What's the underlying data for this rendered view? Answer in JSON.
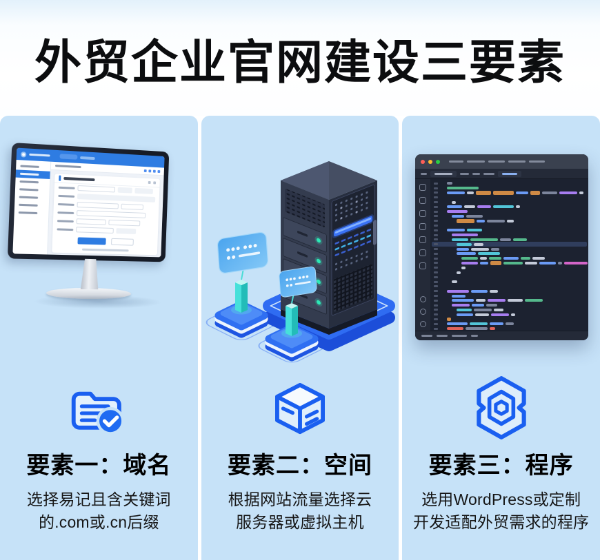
{
  "page": {
    "title": "外贸企业官网建设三要素"
  },
  "columns": [
    {
      "id": "domain",
      "icon": "document-check-icon",
      "heading": "要素一：域名",
      "desc_line1": "选择易记且含关键词",
      "desc_line2": "的.com或.cn后缀"
    },
    {
      "id": "hosting",
      "icon": "server-cube-icon",
      "heading": "要素二：空间",
      "desc_line1": "根据网站流量选择云",
      "desc_line2": "服务器或虚拟主机"
    },
    {
      "id": "program",
      "icon": "hexagon-gear-icon",
      "heading": "要素三：程序",
      "desc_line1": "选用WordPress或定制",
      "desc_line2": "开发适配外贸需求的程序"
    }
  ],
  "colors": {
    "panel_bg": "#c6e2f8",
    "title_text": "#0c0d0f",
    "icon_blue": "#1a5ff0",
    "check_circle_fill": "#1f6bf2",
    "monitor_header_blue": "#2e7ce2",
    "platform_blue": "#2f6cf2",
    "pillar_cyan": "#46e0da",
    "server_led_teal": "#2de8b6",
    "server_strip_blue": "#3a72f5",
    "editor_bg": "#1c2230",
    "traffic_red": "#ff5f57",
    "traffic_yellow": "#febc2e",
    "traffic_green": "#2ace43"
  },
  "editor": {
    "token_colors": {
      "b": "#6b9bf5",
      "g": "#55b98c",
      "o": "#cf8a45",
      "p": "#a77df0",
      "k": "#d465c8",
      "c": "#52c5d8",
      "w": "#c3cad8",
      "d": "#7c859c",
      "r": "#e0635a"
    },
    "lines": [
      [
        1,
        0,
        [
          [
            8,
            "d"
          ]
        ]
      ],
      [
        1,
        0,
        [
          [
            46,
            "g"
          ]
        ]
      ],
      [
        1,
        0,
        [
          [
            26,
            "b"
          ],
          [
            10,
            "w"
          ],
          [
            22,
            "o"
          ],
          [
            30,
            "o"
          ],
          [
            18,
            "b"
          ],
          [
            14,
            "o"
          ],
          [
            22,
            "d"
          ],
          [
            26,
            "p"
          ],
          [
            6,
            "w"
          ]
        ]
      ],
      [
        0,
        0,
        []
      ],
      [
        2,
        0,
        [
          [
            6,
            "w"
          ]
        ]
      ],
      [
        1,
        0,
        [
          [
            22,
            "b"
          ],
          [
            16,
            "w"
          ],
          [
            20,
            "p"
          ],
          [
            30,
            "c"
          ],
          [
            6,
            "w"
          ]
        ]
      ],
      [
        1,
        0,
        [
          [
            30,
            "p"
          ]
        ]
      ],
      [
        2,
        0,
        [
          [
            18,
            "b"
          ],
          [
            24,
            "d"
          ]
        ]
      ],
      [
        3,
        0,
        [
          [
            26,
            "o"
          ],
          [
            12,
            "b"
          ],
          [
            26,
            "d"
          ],
          [
            10,
            "w"
          ]
        ]
      ],
      [
        0,
        0,
        []
      ],
      [
        1,
        0,
        [
          [
            26,
            "b"
          ],
          [
            22,
            "c"
          ]
        ]
      ],
      [
        2,
        0,
        [
          [
            38,
            "p"
          ]
        ]
      ],
      [
        2,
        0,
        [
          [
            24,
            "c"
          ],
          [
            40,
            "g"
          ],
          [
            16,
            "d"
          ],
          [
            20,
            "g"
          ]
        ]
      ],
      [
        3,
        1,
        [
          [
            22,
            "c"
          ],
          [
            14,
            "w"
          ]
        ]
      ],
      [
        3,
        0,
        [
          [
            18,
            "b"
          ],
          [
            26,
            "w"
          ],
          [
            12,
            "d"
          ]
        ]
      ],
      [
        3,
        0,
        [
          [
            28,
            "b"
          ],
          [
            32,
            "c"
          ]
        ]
      ],
      [
        4,
        0,
        [
          [
            24,
            "g"
          ],
          [
            10,
            "w"
          ],
          [
            18,
            "g"
          ],
          [
            22,
            "b"
          ],
          [
            14,
            "g"
          ],
          [
            18,
            "w"
          ]
        ]
      ],
      [
        4,
        0,
        [
          [
            24,
            "p"
          ],
          [
            12,
            "b"
          ],
          [
            16,
            "o"
          ],
          [
            28,
            "g"
          ],
          [
            18,
            "w"
          ],
          [
            24,
            "b"
          ],
          [
            6,
            "d"
          ],
          [
            34,
            "k"
          ]
        ]
      ],
      [
        4,
        0,
        [
          [
            6,
            "w"
          ]
        ]
      ],
      [
        3,
        0,
        [
          [
            6,
            "w"
          ]
        ]
      ],
      [
        0,
        0,
        []
      ],
      [
        2,
        0,
        [
          [
            8,
            "w"
          ]
        ]
      ],
      [
        0,
        0,
        []
      ],
      [
        1,
        0,
        [
          [
            32,
            "p"
          ],
          [
            24,
            "b"
          ],
          [
            12,
            "w"
          ]
        ]
      ],
      [
        2,
        0,
        [
          [
            20,
            "b"
          ]
        ]
      ],
      [
        2,
        0,
        [
          [
            32,
            "b"
          ],
          [
            14,
            "w"
          ],
          [
            26,
            "p"
          ],
          [
            22,
            "w"
          ],
          [
            26,
            "g"
          ]
        ]
      ],
      [
        2,
        0,
        [
          [
            26,
            "p"
          ],
          [
            18,
            "b"
          ],
          [
            16,
            "d"
          ]
        ]
      ],
      [
        3,
        0,
        [
          [
            22,
            "c"
          ],
          [
            26,
            "d"
          ],
          [
            14,
            "w"
          ]
        ]
      ],
      [
        3,
        0,
        [
          [
            24,
            "b"
          ],
          [
            20,
            "w"
          ],
          [
            26,
            "p"
          ],
          [
            6,
            "w"
          ]
        ]
      ],
      [
        1,
        0,
        [
          [
            6,
            "o"
          ]
        ]
      ],
      [
        1,
        0,
        [
          [
            30,
            "b"
          ],
          [
            26,
            "c"
          ],
          [
            20,
            "b"
          ],
          [
            12,
            "d"
          ]
        ]
      ],
      [
        1,
        0,
        [
          [
            24,
            "r"
          ],
          [
            32,
            "d"
          ],
          [
            8,
            "r"
          ]
        ]
      ]
    ]
  }
}
